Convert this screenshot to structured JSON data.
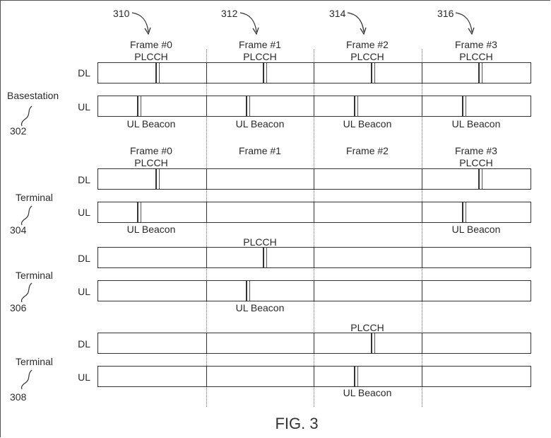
{
  "figure_label": "FIG. 3",
  "frame_refs": [
    "310",
    "312",
    "314",
    "316"
  ],
  "entities": [
    {
      "name": "Basestation",
      "ref": "302"
    },
    {
      "name": "Terminal",
      "ref": "304"
    },
    {
      "name": "Terminal",
      "ref": "306"
    },
    {
      "name": "Terminal",
      "ref": "308"
    }
  ],
  "channels": {
    "dl": "DL",
    "ul": "UL"
  },
  "group_a": {
    "frames": [
      "Frame #0",
      "Frame #1",
      "Frame #2",
      "Frame #3"
    ],
    "plcch": "PLCCH",
    "beacon": "UL Beacon"
  },
  "group_b": {
    "frames": [
      "Frame #0",
      "Frame #1",
      "Frame #2",
      "Frame #3"
    ],
    "plcch": "PLCCH",
    "beacon": "UL Beacon"
  },
  "group_c": {
    "plcch": "PLCCH",
    "beacon": "UL Beacon"
  },
  "group_d": {
    "plcch": "PLCCH",
    "beacon": "UL Beacon"
  }
}
